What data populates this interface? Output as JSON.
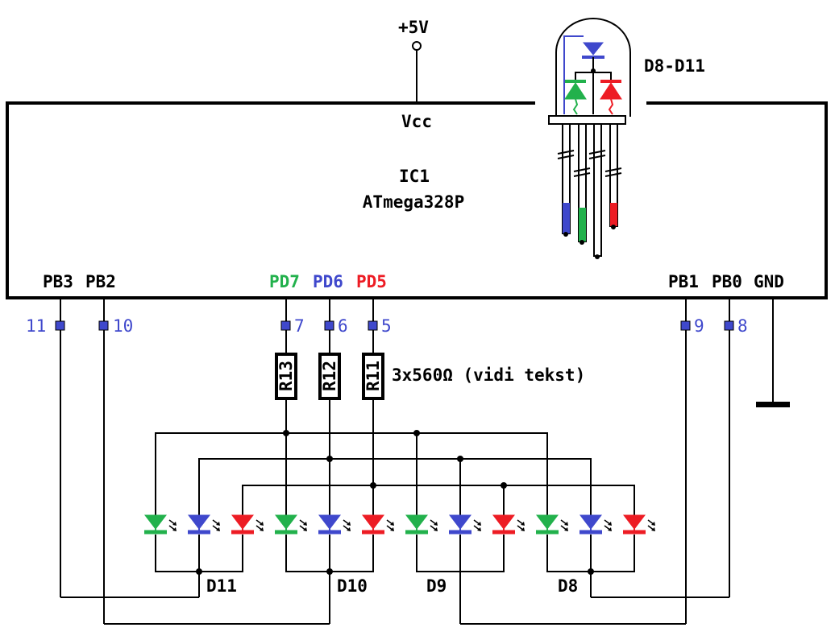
{
  "supply": {
    "label": "+5V"
  },
  "ic": {
    "ref": "IC1",
    "part": "ATmega328P",
    "vcc_label": "Vcc",
    "pins_left": [
      "PB3",
      "PB2"
    ],
    "pins_mid": [
      "PD7",
      "PD6",
      "PD5"
    ],
    "pins_right": [
      "PB1",
      "PB0",
      "GND"
    ],
    "pin_numbers": [
      "11",
      "10",
      "7",
      "6",
      "5",
      "9",
      "8"
    ]
  },
  "resistors": {
    "labels": [
      "R13",
      "R12",
      "R11"
    ],
    "note": "3x560Ω (vidi tekst)"
  },
  "rgb_led": {
    "label": "D8-D11"
  },
  "led_groups": [
    "D11",
    "D10",
    "D9",
    "D8"
  ],
  "colors": {
    "green": "#22b14c",
    "blue": "#3f48cc",
    "red": "#ed1c24",
    "pin_pad": "#3f48cc",
    "pin_number": "#3f48cc"
  },
  "icons": [
    "rgb-led-icon",
    "led-diode-icon",
    "resistor-icon",
    "ground-icon",
    "terminal-icon"
  ]
}
